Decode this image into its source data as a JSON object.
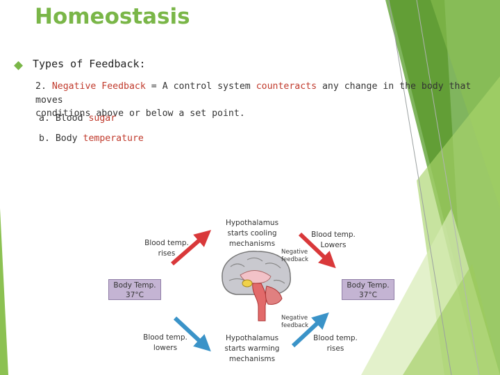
{
  "slide": {
    "title": "Homeostasis",
    "bullet": "Types of Feedback:",
    "paragraph": {
      "number": "2.",
      "term": "Negative Feedback",
      "equals": "=",
      "before": "A control system",
      "highlight": "counteracts",
      "after_line1": "any change in the body that moves",
      "line2": "conditions above or below a set point."
    },
    "subitems": [
      {
        "prefix": "a. Blood",
        "highlight": "sugar"
      },
      {
        "prefix": "b. Body",
        "highlight": "temperature"
      }
    ]
  },
  "diagram": {
    "top_center": [
      "Hypothalamus",
      "starts cooling",
      "mechanisms"
    ],
    "top_left": [
      "Blood temp.",
      "rises"
    ],
    "top_right": [
      "Blood temp.",
      "Lowers"
    ],
    "neg_top": [
      "Negative",
      "feedback"
    ],
    "neg_bottom": [
      "Negative",
      "feedback"
    ],
    "box_left": [
      "Body Temp.",
      "37°C"
    ],
    "box_right": [
      "Body Temp.",
      "37°C"
    ],
    "bottom_left": [
      "Blood temp.",
      "lowers"
    ],
    "bottom_center": [
      "Hypothalamus",
      "starts warming",
      "mechanisms"
    ],
    "bottom_right": [
      "Blood temp.",
      "rises"
    ],
    "colors": {
      "red_arrow": "#d9383a",
      "blue_arrow": "#3a93c8",
      "box": "#c4b4d3"
    }
  },
  "theme": {
    "title_color": "#7ab648",
    "accent_red": "#c0392b",
    "green_dark": "#5e9b32",
    "green_light": "#a9d46b"
  }
}
